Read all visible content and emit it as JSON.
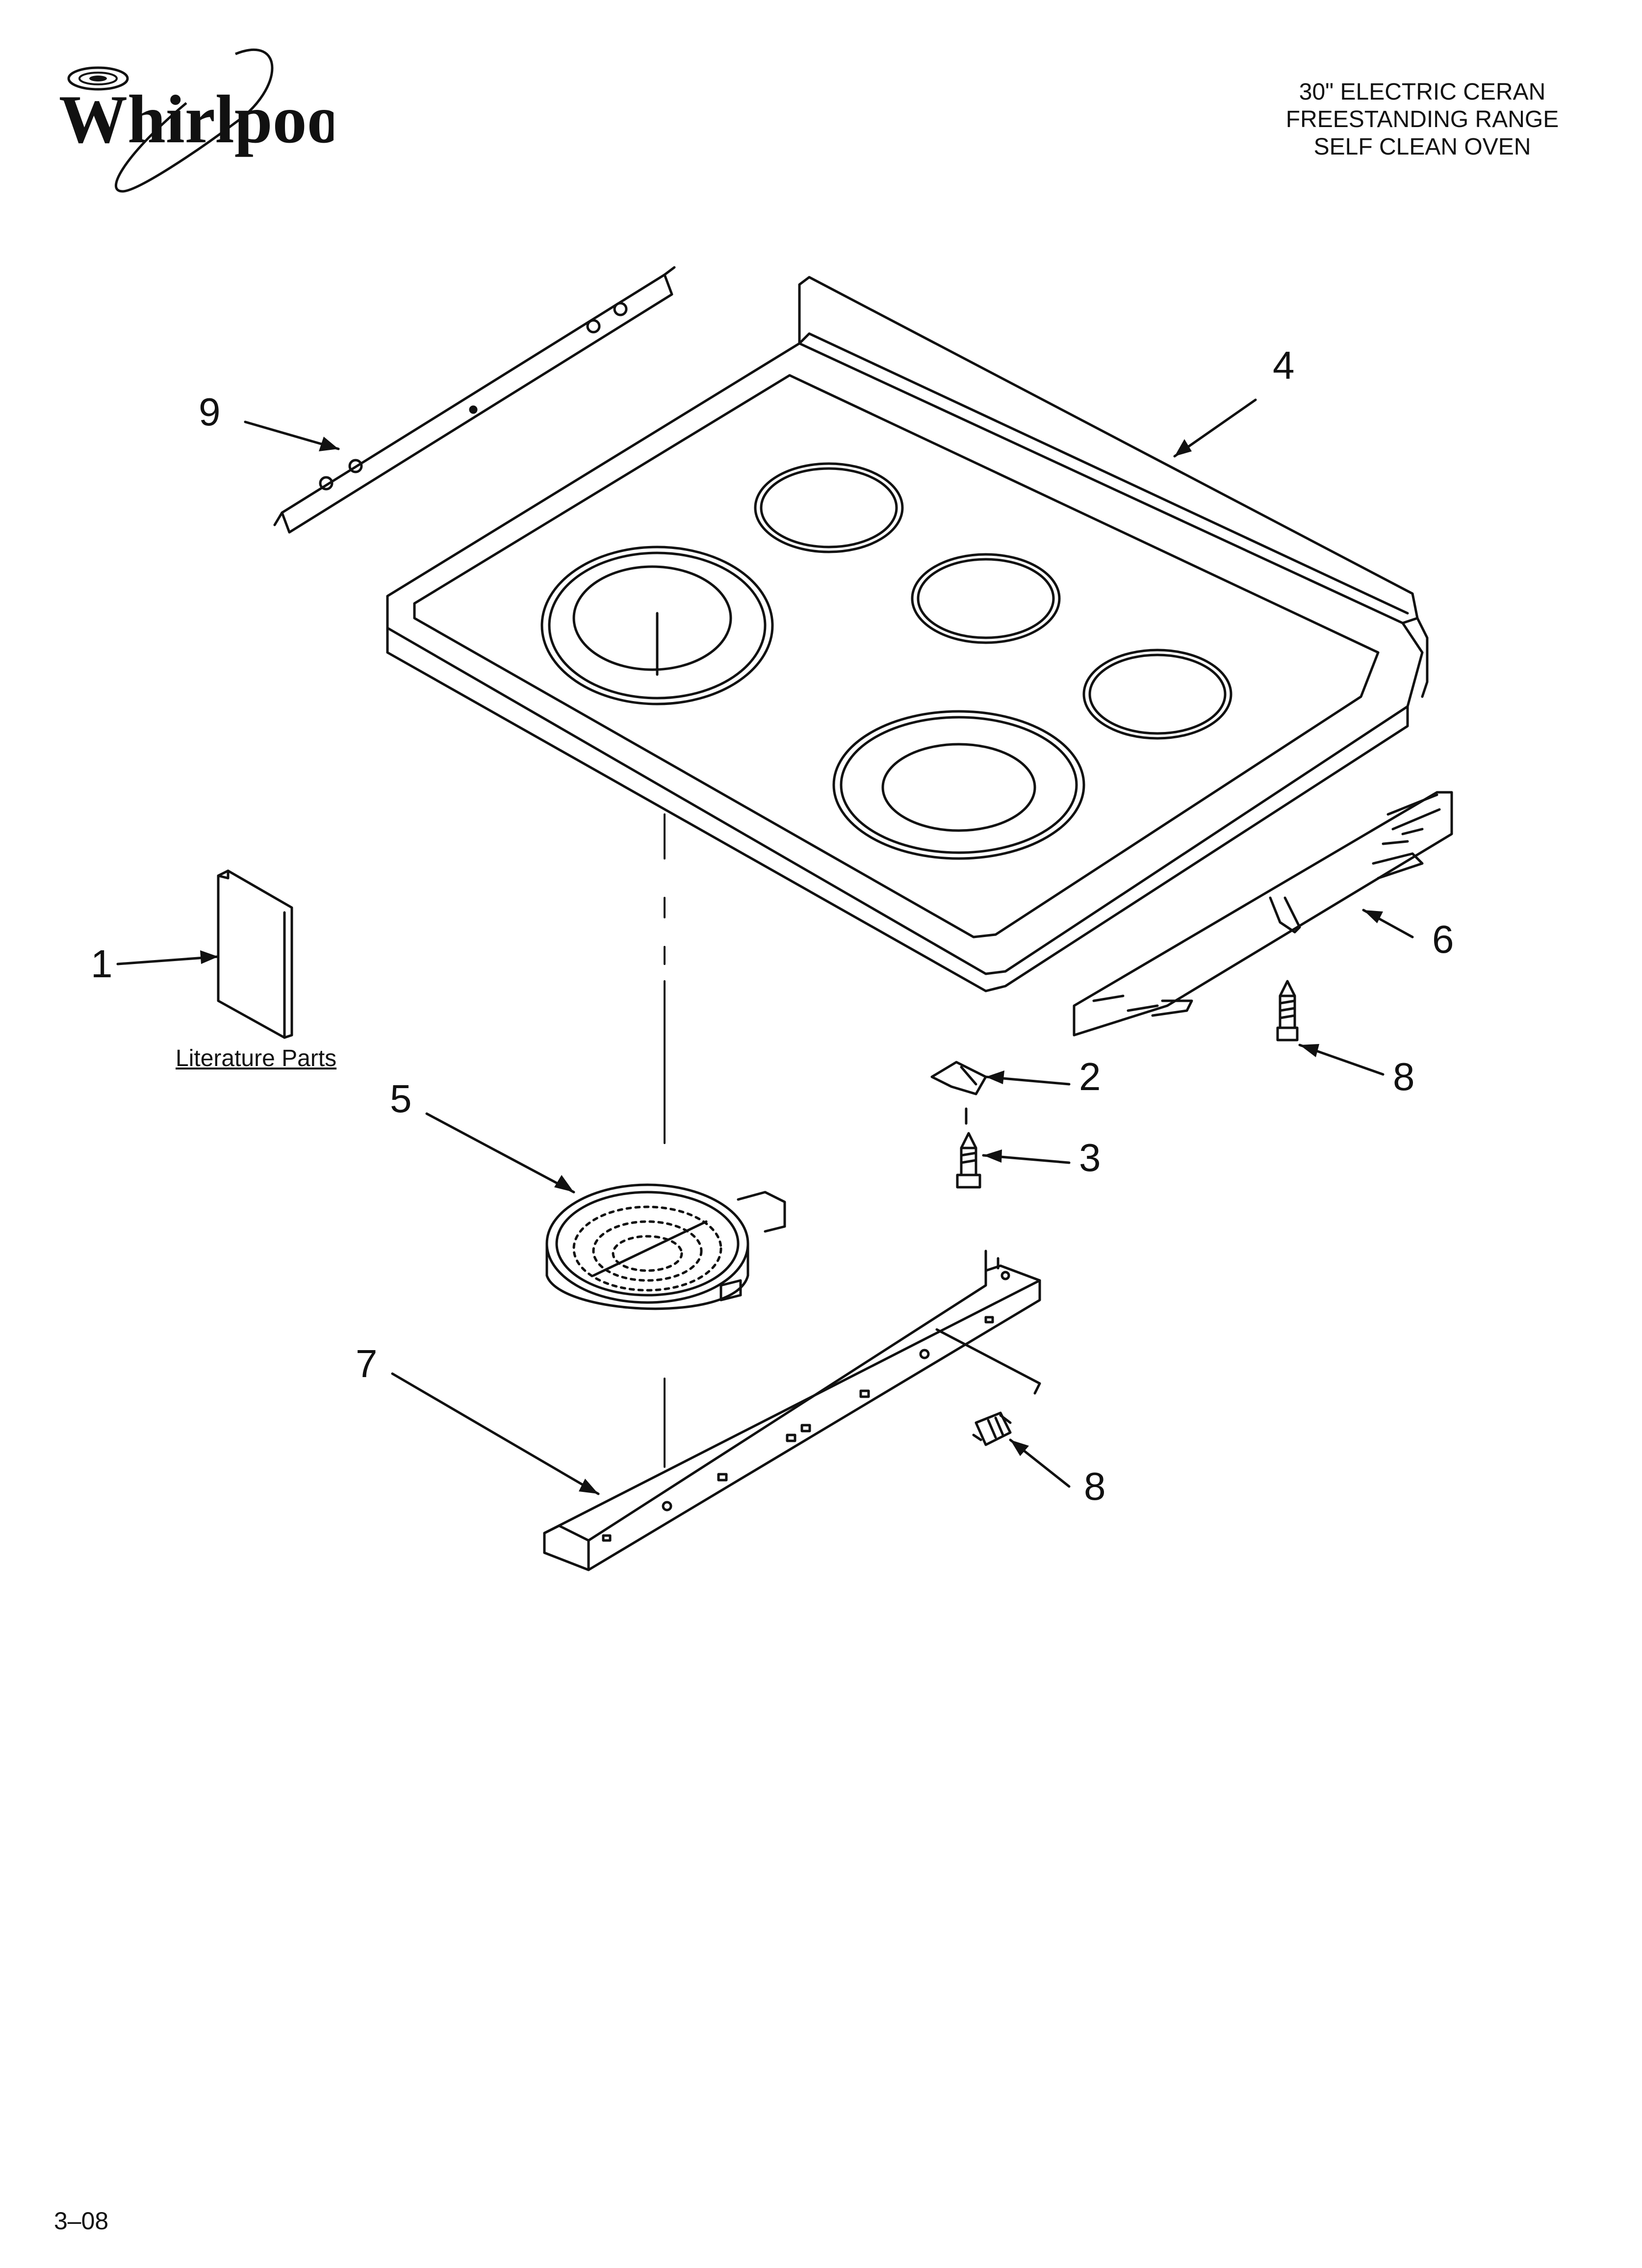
{
  "header": {
    "brand": "Whirlpool",
    "title_lines": [
      "30\" ELECTRIC CERAN",
      "FREESTANDING RANGE",
      "SELF CLEAN OVEN"
    ]
  },
  "footer": {
    "code": "3–08"
  },
  "literature": {
    "label": "Literature Parts"
  },
  "callouts": {
    "c1": "1",
    "c2": "2",
    "c3": "3",
    "c4": "4",
    "c5": "5",
    "c6": "6",
    "c7": "7",
    "c8a": "8",
    "c8b": "8",
    "c9": "9"
  }
}
